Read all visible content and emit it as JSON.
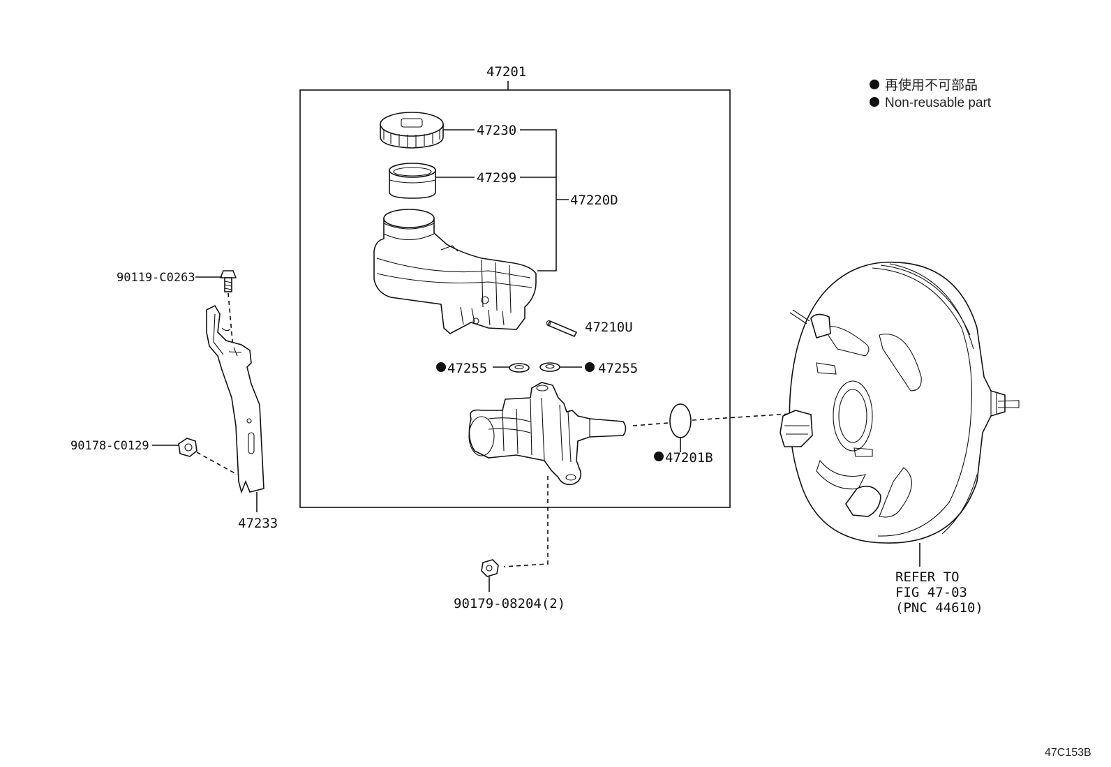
{
  "legend": {
    "jp": "再使用不可部品",
    "en": "Non-reusable part"
  },
  "figure_id": "47C153B",
  "callouts": {
    "assembly": "47201",
    "cap": "47230",
    "strainer": "47299",
    "reservoir_set": "47220D",
    "pin": "47210U",
    "grommet_left": "47255",
    "grommet_right": "47255",
    "oring": "47201B",
    "bolt": "90119-C0263",
    "nut_bracket": "90178-C0129",
    "bracket": "47233",
    "nut_cylinder": "90179-08204(2)"
  },
  "reference": {
    "line1": "REFER TO",
    "line2": "FIG 47-03",
    "line3": "(PNC 44610)"
  },
  "non_reusable_parts": [
    "47255",
    "47255",
    "47201B"
  ]
}
